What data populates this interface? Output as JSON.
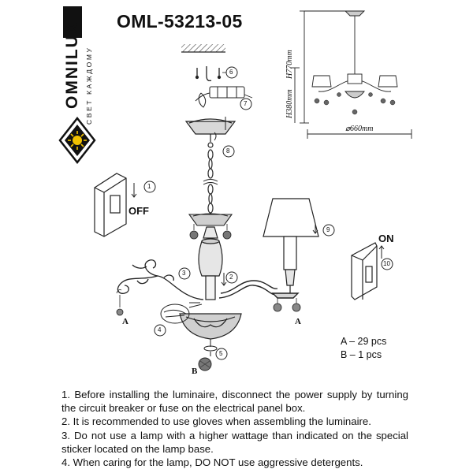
{
  "brand": {
    "name": "OMNILUX",
    "tagline": "СВЕТ КАЖДОМУ"
  },
  "model": "OML-53213-05",
  "dimensions": {
    "height_total": "H770mm",
    "height_body": "H380mm",
    "diameter": "⌀660mm"
  },
  "switch": {
    "off_label": "OFF",
    "on_label": "ON"
  },
  "callouts": [
    "1",
    "2",
    "3",
    "4",
    "5",
    "6",
    "7",
    "8",
    "9",
    "10"
  ],
  "parts": {
    "a_label": "A",
    "b_label": "B"
  },
  "legend": {
    "line_a": "A – 29 pcs",
    "line_b": "B – 1 pcs"
  },
  "instructions": [
    "1. Before installing the luminaire, disconnect the power supply by turning the circuit breaker or fuse on the electrical panel box.",
    "2. It is recommended to use gloves when assembling the luminaire.",
    "3. Do not use a lamp with a higher wattage than indicated on the special sticker located on the lamp base.",
    "4. When caring for the lamp, DO NOT use aggressive detergents."
  ],
  "colors": {
    "ink": "#111111",
    "accent_yellow": "#f2c200",
    "line_gray": "#555555"
  }
}
